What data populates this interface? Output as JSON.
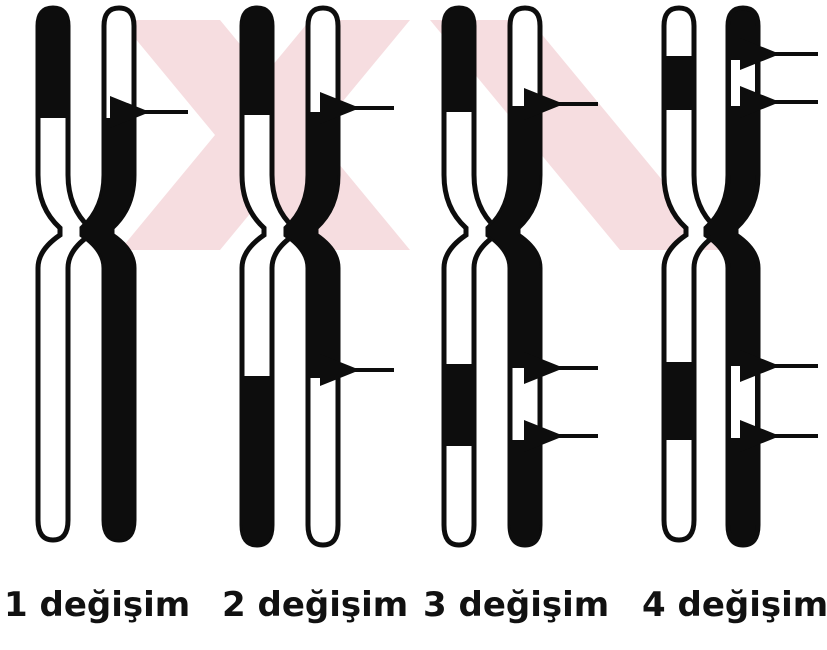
{
  "colors": {
    "ink": "#0d0d0d",
    "paper": "#ffffff",
    "watermark": "#f3d6d9"
  },
  "panels": [
    {
      "label": "1 değişim",
      "crossovers": 1
    },
    {
      "label": "2 değişim",
      "crossovers": 2
    },
    {
      "label": "3 değişim",
      "crossovers": 3
    },
    {
      "label": "4 değişim",
      "crossovers": 4
    }
  ]
}
